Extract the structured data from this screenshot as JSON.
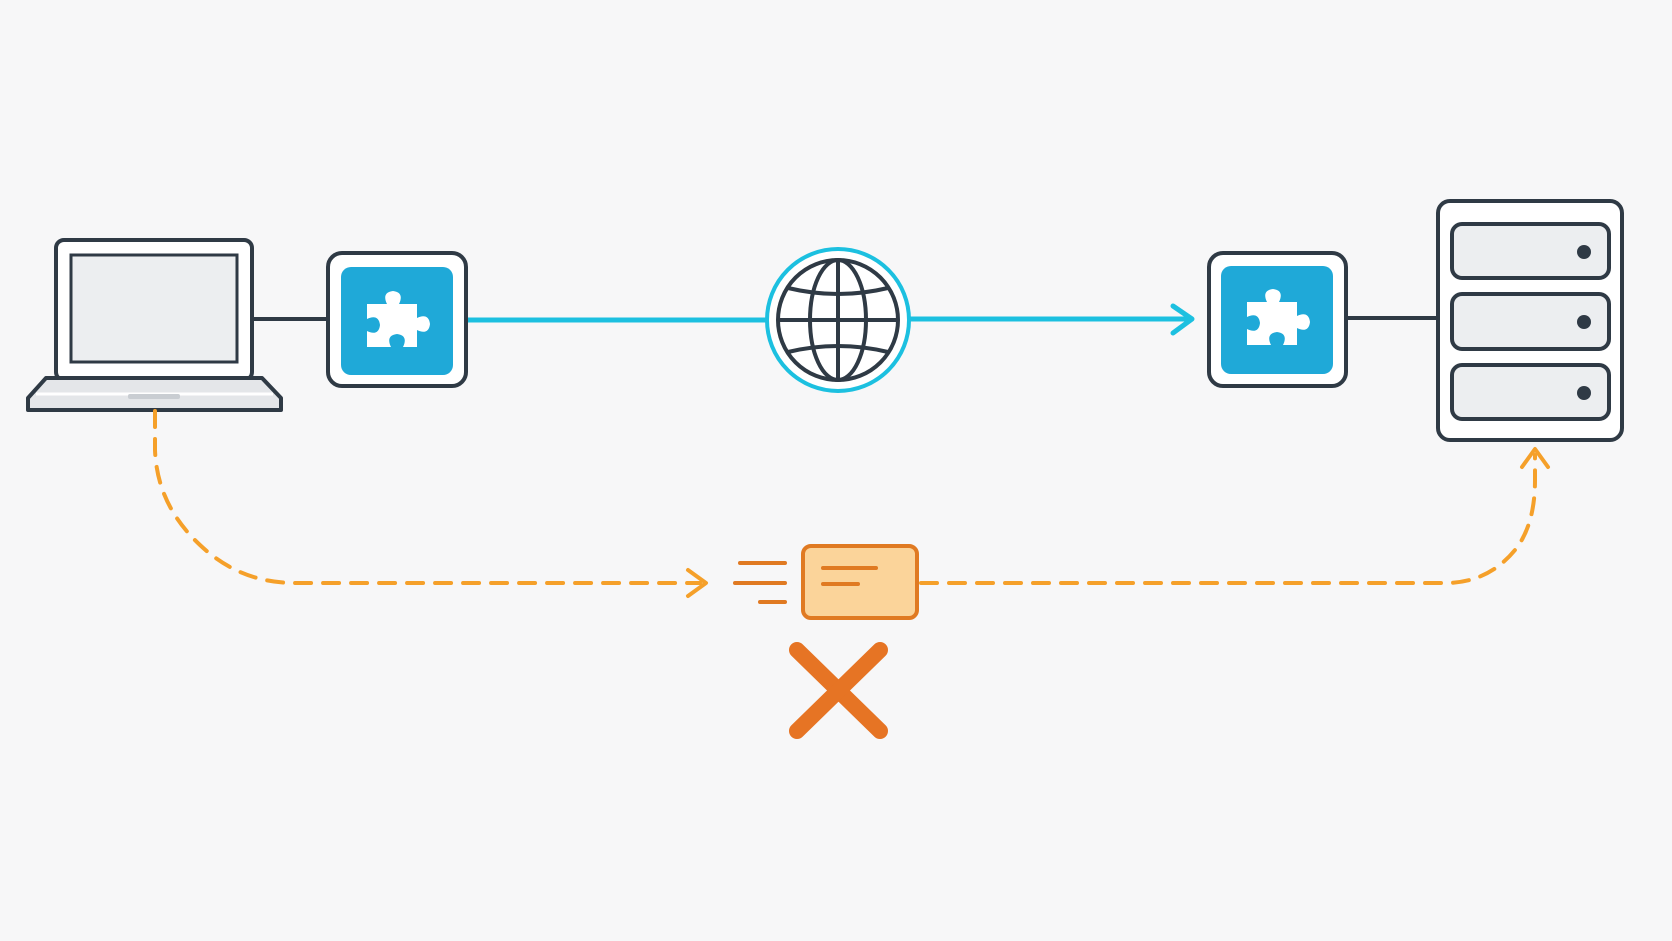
{
  "diagram": {
    "nodes": [
      {
        "id": "client",
        "icon": "laptop-icon"
      },
      {
        "id": "client-extension",
        "icon": "puzzle-piece-icon"
      },
      {
        "id": "internet",
        "icon": "globe-icon"
      },
      {
        "id": "server-extension",
        "icon": "puzzle-piece-icon"
      },
      {
        "id": "server",
        "icon": "server-rack-icon"
      }
    ],
    "edges": [
      {
        "from": "client",
        "to": "client-extension",
        "style": "solid"
      },
      {
        "from": "client-extension",
        "to": "internet",
        "style": "solid"
      },
      {
        "from": "internet",
        "to": "server-extension",
        "style": "solid",
        "arrow": true
      },
      {
        "from": "server-extension",
        "to": "server",
        "style": "solid"
      },
      {
        "from": "client",
        "to": "message",
        "style": "dashed",
        "arrow": true
      },
      {
        "from": "message",
        "to": "server",
        "style": "dashed",
        "arrow": true
      }
    ],
    "message": {
      "icon": "message-envelope-icon",
      "status": "blocked",
      "status_icon": "x-mark-icon"
    }
  },
  "colors": {
    "background": "#f7f7f8",
    "outline": "#2f3a45",
    "accent_blue": "#1fa9d8",
    "secure_line": "#1cc0e0",
    "dashed_path": "#f5a02a",
    "message_fill": "#fbd49a",
    "message_border": "#e07a22",
    "blocked": "#e67424",
    "device_fill": "#eceef0"
  }
}
